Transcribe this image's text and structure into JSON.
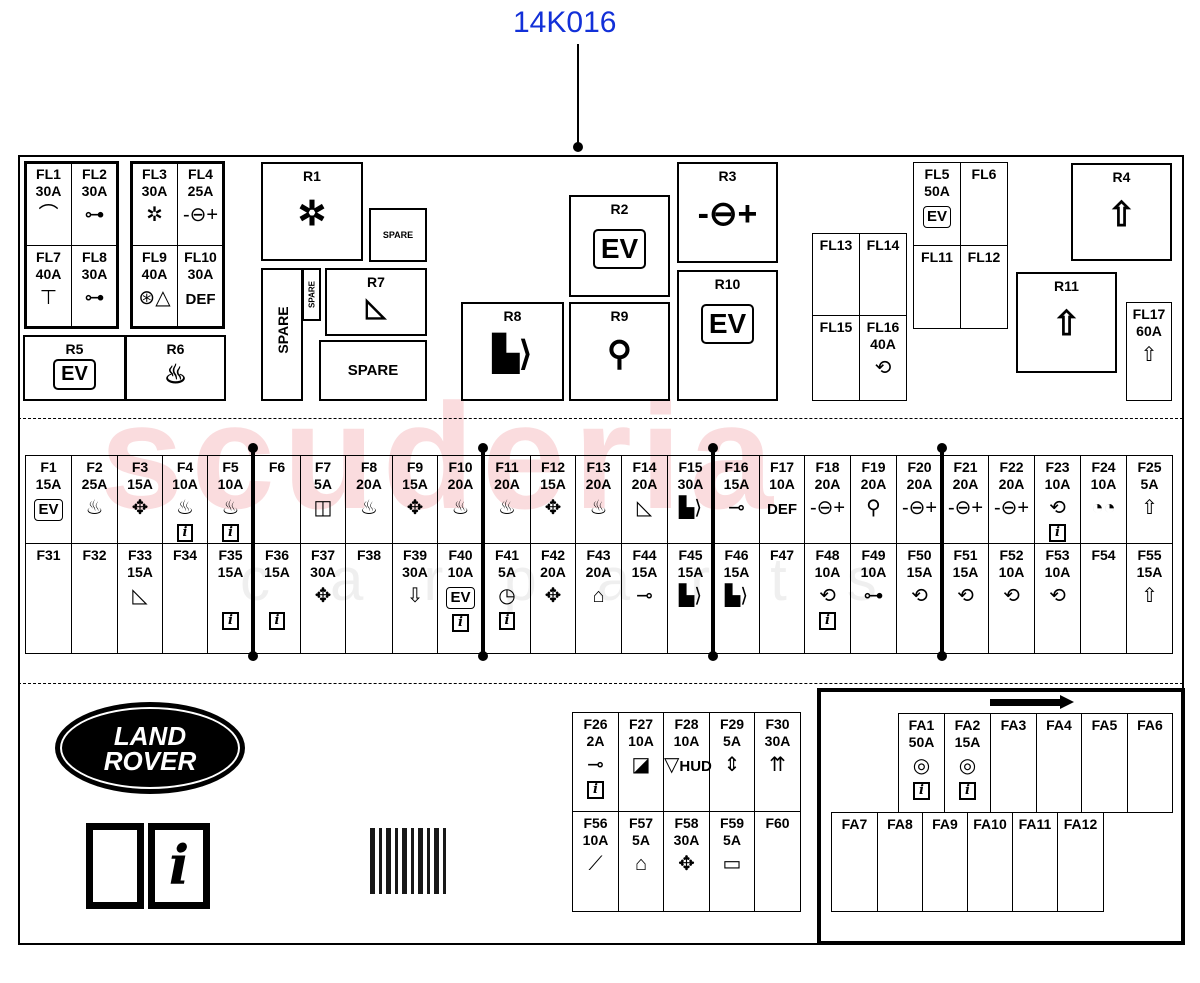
{
  "part_number": "14K016",
  "watermark": {
    "main": "scuderia",
    "sub": "car parts"
  },
  "colors": {
    "part_number": "#1230d8",
    "lines": "#000000",
    "watermark": "#e63c46"
  },
  "left_fuses": [
    {
      "id": "FL1",
      "amp": "30A",
      "icons": [
        "rear-tailgate"
      ]
    },
    {
      "id": "FL2",
      "amp": "30A",
      "icons": [
        "car-tailgate"
      ]
    },
    {
      "id": "FL7",
      "amp": "40A",
      "icons": [
        "4x4-axle"
      ]
    },
    {
      "id": "FL8",
      "amp": "30A",
      "icons": [
        "car-tow"
      ]
    },
    {
      "id": "FL3",
      "amp": "30A",
      "icons": [
        "blower-fan"
      ]
    },
    {
      "id": "FL4",
      "amp": "25A",
      "icons": [
        "power-socket"
      ]
    },
    {
      "id": "FL9",
      "amp": "40A",
      "icons": [
        "abs",
        "stability"
      ]
    },
    {
      "id": "FL10",
      "amp": "30A",
      "text": "DEF"
    }
  ],
  "relays": {
    "R1": {
      "label": "R1",
      "icon": "blower-fan"
    },
    "R2": {
      "label": "R2",
      "text": "EV"
    },
    "R3": {
      "label": "R3",
      "icon": "power-socket"
    },
    "R4": {
      "label": "R4",
      "icon": "alarm"
    },
    "R5": {
      "label": "R5",
      "text": "EV"
    },
    "R6": {
      "label": "R6",
      "icon": "heated-seat"
    },
    "R7": {
      "label": "R7",
      "icon": "wiper"
    },
    "R8": {
      "label": "R8",
      "icon": "fuel-door"
    },
    "R9": {
      "label": "R9",
      "icon": "cigar-lighter"
    },
    "R10": {
      "label": "R10",
      "text": "EV"
    },
    "R11": {
      "label": "R11",
      "icon": "alarm"
    }
  },
  "spare_label": "SPARE",
  "right_fuses": [
    {
      "id": "FL5",
      "amp": "50A",
      "text": "EV"
    },
    {
      "id": "FL6",
      "amp": ""
    },
    {
      "id": "FL11",
      "amp": ""
    },
    {
      "id": "FL12",
      "amp": ""
    },
    {
      "id": "FL13",
      "amp": ""
    },
    {
      "id": "FL14",
      "amp": ""
    },
    {
      "id": "FL15",
      "amp": ""
    },
    {
      "id": "FL16",
      "amp": "40A",
      "icons": [
        "climate-seat"
      ]
    },
    {
      "id": "FL17",
      "amp": "60A",
      "icons": [
        "alarm"
      ]
    }
  ],
  "fuse_row_top": [
    {
      "id": "F1",
      "amp": "15A",
      "text": "EV"
    },
    {
      "id": "F2",
      "amp": "25A",
      "icons": [
        "heated-seat"
      ]
    },
    {
      "id": "F3",
      "amp": "15A",
      "icons": [
        "seat-adjust"
      ]
    },
    {
      "id": "F4",
      "amp": "10A",
      "icons": [
        "heated-seat",
        "book-info"
      ]
    },
    {
      "id": "F5",
      "amp": "10A",
      "icons": [
        "heated-seat",
        "book-info"
      ]
    },
    {
      "id": "F6",
      "amp": ""
    },
    {
      "id": "F7",
      "amp": "5A",
      "icons": [
        "park-sensor"
      ]
    },
    {
      "id": "F8",
      "amp": "20A",
      "icons": [
        "heated-seat"
      ]
    },
    {
      "id": "F9",
      "amp": "15A",
      "icons": [
        "seat-adjust"
      ]
    },
    {
      "id": "F10",
      "amp": "20A",
      "icons": [
        "heated-seat"
      ]
    },
    {
      "id": "F11",
      "amp": "20A",
      "icons": [
        "heated-seat"
      ]
    },
    {
      "id": "F12",
      "amp": "15A",
      "icons": [
        "rear-seat-adjust"
      ]
    },
    {
      "id": "F13",
      "amp": "20A",
      "icons": [
        "heated-seat"
      ]
    },
    {
      "id": "F14",
      "amp": "20A",
      "icons": [
        "wiper"
      ]
    },
    {
      "id": "F15",
      "amp": "30A",
      "icons": [
        "fuel-door"
      ]
    },
    {
      "id": "F16",
      "amp": "15A",
      "icons": [
        "trailer"
      ]
    },
    {
      "id": "F17",
      "amp": "10A",
      "text": "DEF"
    },
    {
      "id": "F18",
      "amp": "20A",
      "icons": [
        "power-socket"
      ]
    },
    {
      "id": "F19",
      "amp": "20A",
      "icons": [
        "cigar-lighter"
      ]
    },
    {
      "id": "F20",
      "amp": "20A",
      "icons": [
        "power-socket"
      ]
    },
    {
      "id": "F21",
      "amp": "20A",
      "icons": [
        "power-socket"
      ]
    },
    {
      "id": "F22",
      "amp": "20A",
      "icons": [
        "power-socket"
      ]
    },
    {
      "id": "F23",
      "amp": "10A",
      "icons": [
        "climate-seat",
        "book-info"
      ]
    },
    {
      "id": "F24",
      "amp": "10A",
      "icons": [
        "instrument-cluster"
      ]
    },
    {
      "id": "F25",
      "amp": "5A",
      "icons": [
        "alarm"
      ]
    }
  ],
  "fuse_row_bottom": [
    {
      "id": "F31",
      "amp": ""
    },
    {
      "id": "F32",
      "amp": ""
    },
    {
      "id": "F33",
      "amp": "15A",
      "icons": [
        "wiper"
      ]
    },
    {
      "id": "F34",
      "amp": ""
    },
    {
      "id": "F35",
      "amp": "15A",
      "icons": [
        "book-info"
      ]
    },
    {
      "id": "F36",
      "amp": "15A",
      "icons": [
        "book-info"
      ]
    },
    {
      "id": "F37",
      "amp": "30A",
      "icons": [
        "seat-adjust"
      ]
    },
    {
      "id": "F38",
      "amp": ""
    },
    {
      "id": "F39",
      "amp": "30A",
      "icons": [
        "suspension-lower"
      ]
    },
    {
      "id": "F40",
      "amp": "10A",
      "text": "EV",
      "icons": [
        "book-info"
      ]
    },
    {
      "id": "F41",
      "amp": "5A",
      "icons": [
        "clock",
        "book-info"
      ]
    },
    {
      "id": "F42",
      "amp": "20A",
      "icons": [
        "rear-seat-adjust"
      ]
    },
    {
      "id": "F43",
      "amp": "20A",
      "icons": [
        "tailgate"
      ]
    },
    {
      "id": "F44",
      "amp": "15A",
      "icons": [
        "trailer"
      ]
    },
    {
      "id": "F45",
      "amp": "15A",
      "icons": [
        "fuel-door"
      ]
    },
    {
      "id": "F46",
      "amp": "15A",
      "icons": [
        "fuel-door"
      ]
    },
    {
      "id": "F47",
      "amp": ""
    },
    {
      "id": "F48",
      "amp": "10A",
      "icons": [
        "climate-seat",
        "book-info"
      ]
    },
    {
      "id": "F49",
      "amp": "10A",
      "icons": [
        "car-tow"
      ]
    },
    {
      "id": "F50",
      "amp": "15A",
      "icons": [
        "climate-seat"
      ]
    },
    {
      "id": "F51",
      "amp": "15A",
      "icons": [
        "climate-seat"
      ]
    },
    {
      "id": "F52",
      "amp": "10A",
      "icons": [
        "climate-seat"
      ]
    },
    {
      "id": "F53",
      "amp": "10A",
      "icons": [
        "climate-seat"
      ]
    },
    {
      "id": "F54",
      "amp": ""
    },
    {
      "id": "F55",
      "amp": "15A",
      "icons": [
        "alarm"
      ]
    }
  ],
  "aux_fuses_top": [
    {
      "id": "F26",
      "amp": "2A",
      "icons": [
        "key",
        "book-info"
      ]
    },
    {
      "id": "F27",
      "amp": "10A",
      "icons": [
        "park-assist"
      ]
    },
    {
      "id": "F28",
      "amp": "10A",
      "icons": [
        "head-up-display"
      ],
      "text": "HUD"
    },
    {
      "id": "F29",
      "amp": "5A",
      "icons": [
        "lane-assist"
      ]
    },
    {
      "id": "F30",
      "amp": "30A",
      "icons": [
        "rear-defrost"
      ]
    }
  ],
  "aux_fuses_bottom": [
    {
      "id": "F56",
      "amp": "10A",
      "icons": [
        "strut"
      ]
    },
    {
      "id": "F57",
      "amp": "5A",
      "icons": [
        "tailgate"
      ]
    },
    {
      "id": "F58",
      "amp": "30A",
      "icons": [
        "seat-adjust"
      ]
    },
    {
      "id": "F59",
      "amp": "5A",
      "icons": [
        "camera"
      ]
    },
    {
      "id": "F60",
      "amp": ""
    }
  ],
  "fa_fuses_top": [
    {
      "id": "FA1",
      "amp": "50A",
      "icons": [
        "steering-wheel",
        "book-info"
      ]
    },
    {
      "id": "FA2",
      "amp": "15A",
      "icons": [
        "steering-wheel",
        "book-info"
      ]
    },
    {
      "id": "FA3",
      "amp": ""
    },
    {
      "id": "FA4",
      "amp": ""
    },
    {
      "id": "FA5",
      "amp": ""
    },
    {
      "id": "FA6",
      "amp": ""
    }
  ],
  "fa_fuses_bottom": [
    {
      "id": "FA7",
      "amp": ""
    },
    {
      "id": "FA8",
      "amp": ""
    },
    {
      "id": "FA9",
      "amp": ""
    },
    {
      "id": "FA10",
      "amp": ""
    },
    {
      "id": "FA11",
      "amp": ""
    },
    {
      "id": "FA12",
      "amp": ""
    }
  ],
  "logo": {
    "line1": "LAND",
    "line2": "ROVER"
  }
}
